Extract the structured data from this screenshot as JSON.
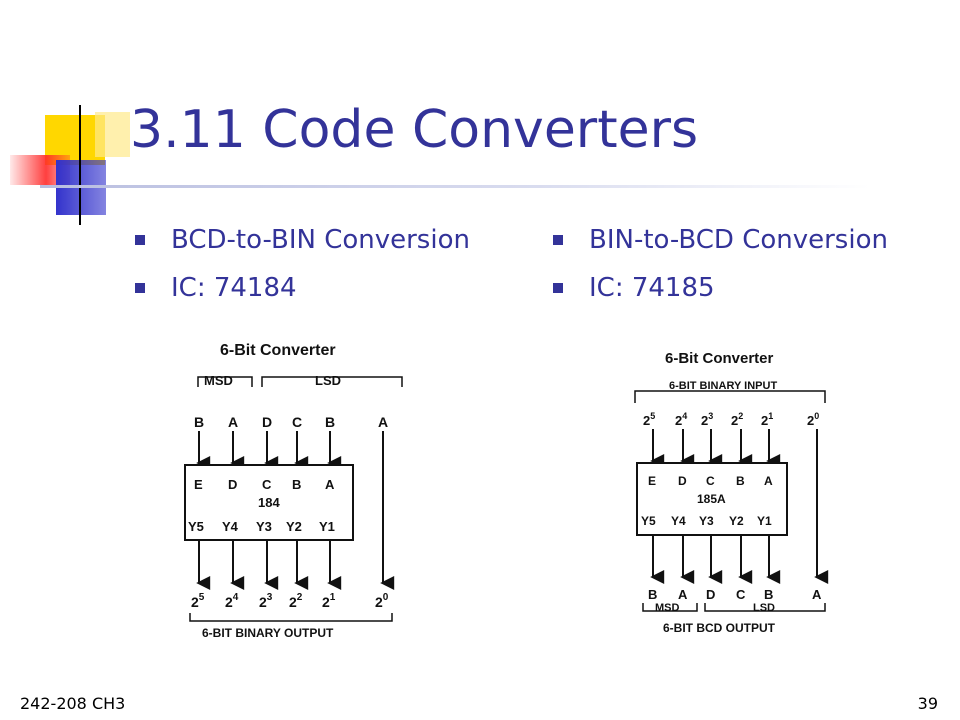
{
  "slide": {
    "title": "3.11 Code Converters",
    "accent_color": "#333399",
    "left_bullets": [
      "BCD-to-BIN Conversion",
      "IC: 74184"
    ],
    "right_bullets": [
      "BIN-to-BCD Conversion",
      "IC: 74185"
    ],
    "footer_left": "242-208 CH3",
    "page_number": "39"
  },
  "diagram_left": {
    "title": "6-Bit Converter",
    "group_msd": "MSD",
    "group_lsd": "LSD",
    "inputs": [
      "B",
      "A",
      "D",
      "C",
      "B",
      "A"
    ],
    "chip_inputs": [
      "E",
      "D",
      "C",
      "B",
      "A"
    ],
    "chip_name": "184",
    "chip_outputs": [
      "Y5",
      "Y4",
      "Y3",
      "Y2",
      "Y1"
    ],
    "outputs": [
      {
        "base": "2",
        "exp": "5"
      },
      {
        "base": "2",
        "exp": "4"
      },
      {
        "base": "2",
        "exp": "3"
      },
      {
        "base": "2",
        "exp": "2"
      },
      {
        "base": "2",
        "exp": "1"
      },
      {
        "base": "2",
        "exp": "0"
      }
    ],
    "bottom_label": "6-BIT BINARY OUTPUT"
  },
  "diagram_right": {
    "title": "6-Bit Converter",
    "top_label": "6-BIT BINARY INPUT",
    "inputs": [
      {
        "base": "2",
        "exp": "5"
      },
      {
        "base": "2",
        "exp": "4"
      },
      {
        "base": "2",
        "exp": "3"
      },
      {
        "base": "2",
        "exp": "2"
      },
      {
        "base": "2",
        "exp": "1"
      },
      {
        "base": "2",
        "exp": "0"
      }
    ],
    "chip_inputs": [
      "E",
      "D",
      "C",
      "B",
      "A"
    ],
    "chip_name": "185A",
    "chip_outputs": [
      "Y5",
      "Y4",
      "Y3",
      "Y2",
      "Y1"
    ],
    "outputs": [
      "B",
      "A",
      "D",
      "C",
      "B",
      "A"
    ],
    "group_msd": "MSD",
    "group_lsd": "LSD",
    "bottom_label": "6-BIT BCD OUTPUT"
  }
}
